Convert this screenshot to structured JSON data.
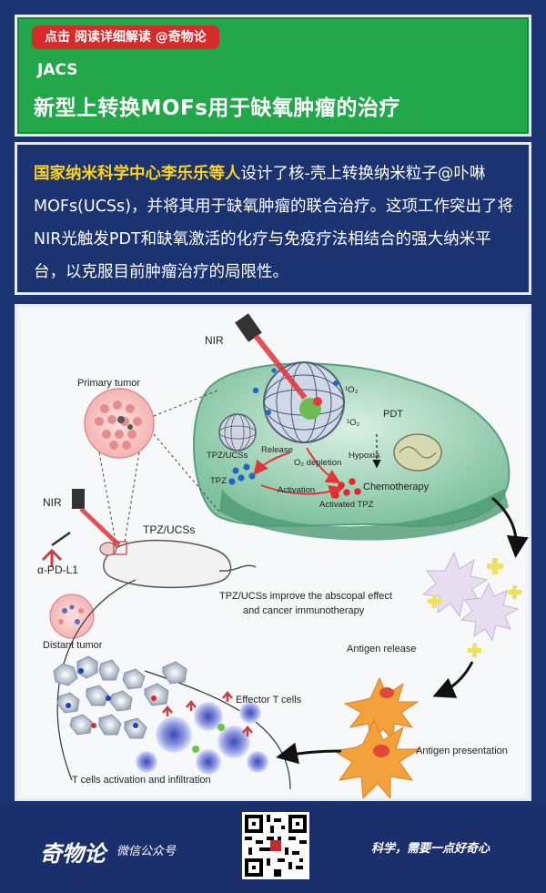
{
  "header": {
    "badge": "点击 阅读详细解读  @奇物论",
    "journal": "JACS",
    "title": "新型上转换MOFs用于缺氧肿瘤的治疗"
  },
  "summary": {
    "highlight": "国家纳米科学中心李乐乐等人",
    "text": "设计了核-壳上转换纳米粒子@卟啉MOFs(UCSs)，并将其用于缺氧肿瘤的联合治疗。这项工作突出了将NIR光触发PDT和缺氧激活的化疗与免疫疗法相结合的强大纳米平台，以克服目前肿瘤治疗的局限性。"
  },
  "figure": {
    "labels": {
      "nir_top": "NIR",
      "primary_tumor": "Primary tumor",
      "singlet_o2_a": "¹O₂",
      "singlet_o2_b": "¹O₂",
      "pdt": "PDT",
      "tpz_ucss_small": "TPZ/UCSs",
      "release": "Release",
      "o2_depletion": "O₂ depletion",
      "hypoxia": "Hypoxia",
      "tpz": "TPZ",
      "activation": "Activation",
      "chemotherapy": "Chemotherapy",
      "activated_tpz": "Activated TPZ",
      "nir_left": "NIR",
      "tpz_ucss": "TPZ/UCSs",
      "anti_pd_l1": "α-PD-L1",
      "abscopal_1": "TPZ/UCSs improve the abscopal effect",
      "abscopal_2": "and cancer immunotherapy",
      "distant_tumor": "Distant tumor",
      "antigen_release": "Antigen release",
      "effector_t": "Effector T cells",
      "antigen_presentation": "Antigen presentation",
      "t_cells_activation": "T cells activation and infiltration"
    }
  },
  "footer": {
    "brand": "奇物论",
    "brand_sub": "微信公众号",
    "slogan": "科学，需要一点好奇心"
  },
  "colors": {
    "header_green": "#22a84a",
    "navy": "#1b3371",
    "badge_red": "#d82a2a",
    "highlight_yellow": "#ffd21e"
  }
}
